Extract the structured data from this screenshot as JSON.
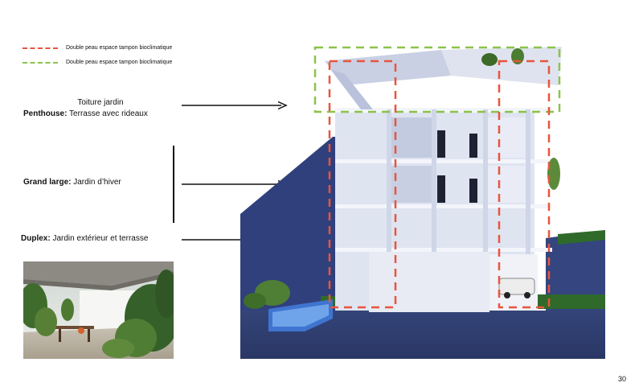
{
  "legend": [
    {
      "label": "Double peau espace tampon bioclimatique",
      "color": "#e8553d"
    },
    {
      "label": "Double peau espace tampon bioclimatique",
      "color": "#8bc34a"
    }
  ],
  "labels": {
    "roof_garden": "Toiture jardin",
    "penthouse_title": "Penthouse:",
    "penthouse_text": " Terrasse avec rideaux",
    "grand_large_title": "Grand large:",
    "grand_large_text": " Jardin d’hiver",
    "duplex_title": "Duplex:",
    "duplex_text": " Jardin extérieur et terrasse"
  },
  "page_number": "30",
  "colors": {
    "red_dash": "#e8553d",
    "green_dash": "#8bc34a",
    "sky": "#2f3d7a",
    "ground": "#3a4a8a",
    "building": "#dfe4f1",
    "grass": "#2f6a2a"
  }
}
